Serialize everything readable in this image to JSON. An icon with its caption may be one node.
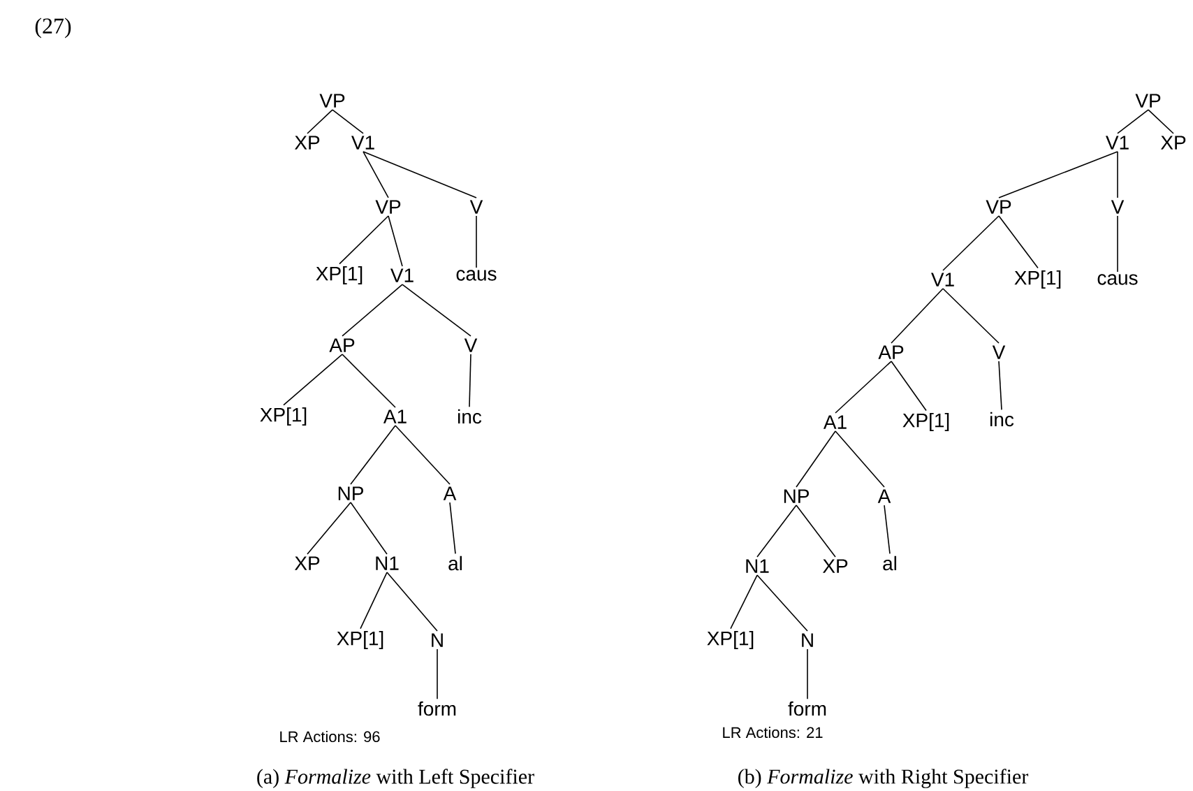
{
  "diagram": {
    "nodes": [
      {
        "text": [
          "VP"
        ]
      },
      {
        "text": [
          "XP"
        ]
      },
      {
        "text": [
          "V1"
        ]
      },
      {
        "text": [
          "VP"
        ]
      },
      {
        "text": [
          "V"
        ]
      },
      {
        "text": [
          "XP[1]"
        ]
      },
      {
        "text": [
          "V1"
        ]
      },
      {
        "text": [
          "caus"
        ]
      },
      {
        "text": [
          "AP"
        ]
      },
      {
        "text": [
          "V"
        ]
      },
      {
        "text": [
          "XP[1]"
        ]
      },
      {
        "text": [
          "A1"
        ]
      },
      {
        "text": [
          "inc"
        ]
      },
      {
        "text": [
          "NP"
        ]
      },
      {
        "text": [
          "A"
        ]
      },
      {
        "text": [
          "XP"
        ]
      },
      {
        "text": [
          "N1"
        ]
      },
      {
        "text": [
          "al"
        ]
      },
      {
        "text": [
          "XP[1]"
        ]
      },
      {
        "text": [
          "N"
        ]
      },
      {
        "text": [
          "form"
        ]
      },
      {
        "text": [
          "VP"
        ]
      },
      {
        "text": [
          "V1"
        ]
      },
      {
        "text": [
          "XP"
        ]
      },
      {
        "text": [
          "VP"
        ]
      },
      {
        "text": [
          "V"
        ]
      },
      {
        "text": [
          "V1"
        ]
      },
      {
        "text": [
          "XP[1]"
        ]
      },
      {
        "text": [
          "caus"
        ]
      },
      {
        "text": [
          "AP"
        ]
      },
      {
        "text": [
          "V"
        ]
      },
      {
        "text": [
          "A1"
        ]
      },
      {
        "text": [
          "XP[1]"
        ]
      },
      {
        "text": [
          "inc"
        ]
      },
      {
        "text": [
          "NP"
        ]
      },
      {
        "text": [
          "A"
        ]
      },
      {
        "text": [
          "N1"
        ]
      },
      {
        "text": [
          "XP"
        ]
      },
      {
        "text": [
          "al"
        ]
      },
      {
        "text": [
          "XP[1]"
        ]
      },
      {
        "text": [
          "N"
        ]
      },
      {
        "text": [
          "form"
        ]
      }
    ],
    "edges": [
      {
        "from": 0,
        "to": 1,
        "arrow": "none"
      },
      {
        "from": 0,
        "to": 2,
        "arrow": "none"
      },
      {
        "from": 2,
        "to": 3,
        "arrow": "none"
      },
      {
        "from": 2,
        "to": 4,
        "arrow": "none"
      },
      {
        "from": 3,
        "to": 5,
        "arrow": "none"
      },
      {
        "from": 3,
        "to": 6,
        "arrow": "none"
      },
      {
        "from": 4,
        "to": 7,
        "arrow": "none"
      },
      {
        "from": 6,
        "to": 8,
        "arrow": "none"
      },
      {
        "from": 6,
        "to": 9,
        "arrow": "none"
      },
      {
        "from": 8,
        "to": 10,
        "arrow": "none"
      },
      {
        "from": 8,
        "to": 11,
        "arrow": "none"
      },
      {
        "from": 9,
        "to": 12,
        "arrow": "none"
      },
      {
        "from": 11,
        "to": 13,
        "arrow": "none"
      },
      {
        "from": 11,
        "to": 14,
        "arrow": "none"
      },
      {
        "from": 13,
        "to": 15,
        "arrow": "none"
      },
      {
        "from": 13,
        "to": 16,
        "arrow": "none"
      },
      {
        "from": 14,
        "to": 17,
        "arrow": "none"
      },
      {
        "from": 16,
        "to": 18,
        "arrow": "none"
      },
      {
        "from": 16,
        "to": 19,
        "arrow": "none"
      },
      {
        "from": 19,
        "to": 20,
        "arrow": "none"
      },
      {
        "from": 21,
        "to": 22,
        "arrow": "none"
      },
      {
        "from": 21,
        "to": 23,
        "arrow": "none"
      },
      {
        "from": 22,
        "to": 24,
        "arrow": "none"
      },
      {
        "from": 22,
        "to": 25,
        "arrow": "none"
      },
      {
        "from": 24,
        "to": 26,
        "arrow": "none"
      },
      {
        "from": 24,
        "to": 27,
        "arrow": "none"
      },
      {
        "from": 25,
        "to": 28,
        "arrow": "none"
      },
      {
        "from": 26,
        "to": 29,
        "arrow": "none"
      },
      {
        "from": 26,
        "to": 30,
        "arrow": "none"
      },
      {
        "from": 29,
        "to": 31,
        "arrow": "none"
      },
      {
        "from": 29,
        "to": 32,
        "arrow": "none"
      },
      {
        "from": 30,
        "to": 33,
        "arrow": "none"
      },
      {
        "from": 31,
        "to": 34,
        "arrow": "none"
      },
      {
        "from": 31,
        "to": 35,
        "arrow": "none"
      },
      {
        "from": 34,
        "to": 36,
        "arrow": "none"
      },
      {
        "from": 34,
        "to": 37,
        "arrow": "none"
      },
      {
        "from": 35,
        "to": 38,
        "arrow": "none"
      },
      {
        "from": 36,
        "to": 39,
        "arrow": "none"
      },
      {
        "from": 36,
        "to": 40,
        "arrow": "none"
      },
      {
        "from": 40,
        "to": 41,
        "arrow": "none"
      }
    ],
    "labels": [
      "(27)",
      "LR Actions: 96",
      "LR Actions: 21",
      "(a) *Formalize* with Left Specifier",
      "(b) *Formalize* with Right Specifier"
    ]
  }
}
